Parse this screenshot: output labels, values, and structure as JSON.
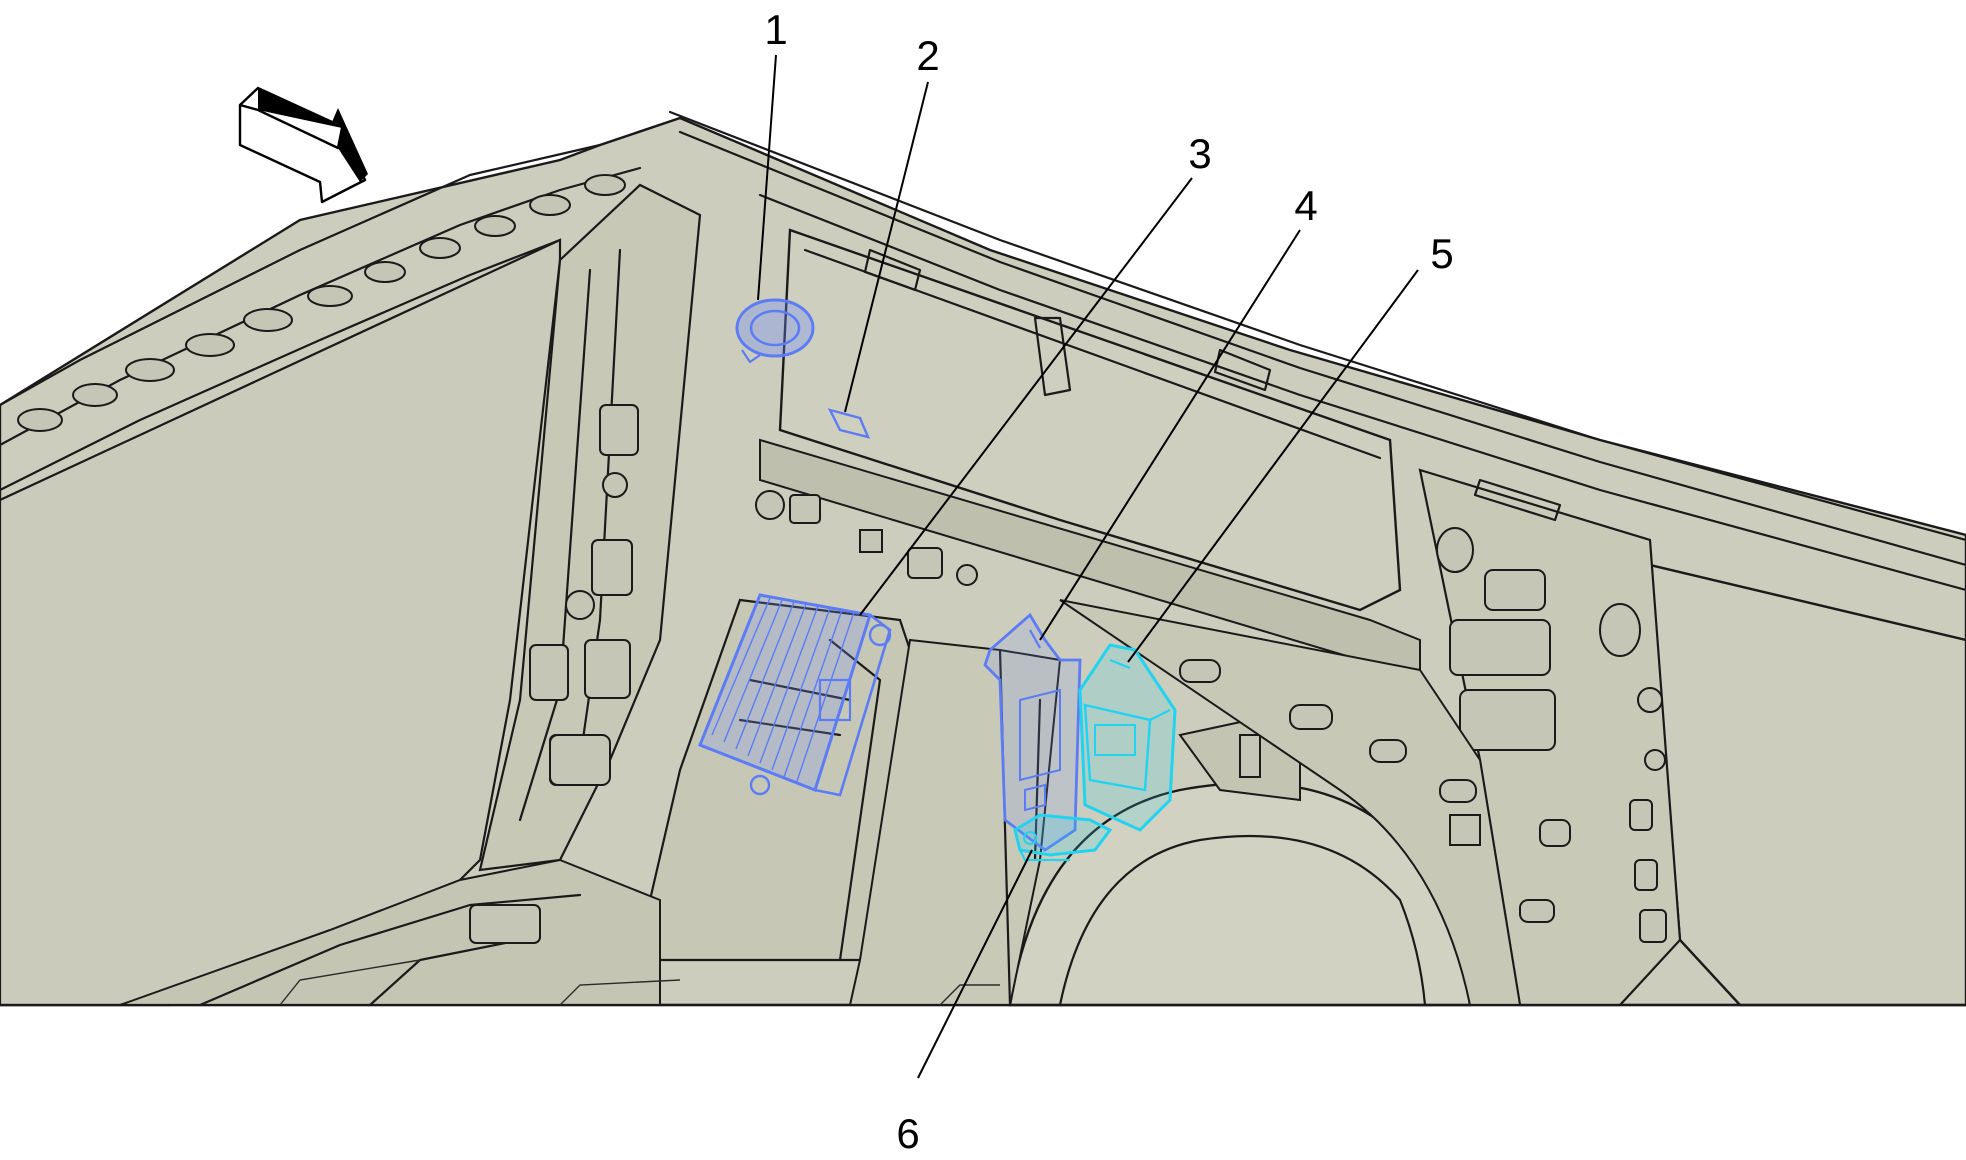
{
  "diagram": {
    "callouts": [
      {
        "label": "1"
      },
      {
        "label": "2"
      },
      {
        "label": "3"
      },
      {
        "label": "4"
      },
      {
        "label": "5"
      },
      {
        "label": "6"
      }
    ],
    "colors": {
      "panel_fill": "#cdcdbd",
      "panel_shadow": "#b9b9a8",
      "line": "#1a1a1a",
      "highlight_blue": "#5b7cf5",
      "highlight_cyan": "#22d3f0",
      "background": "#ffffff"
    },
    "icons": [
      "direction-arrow-icon"
    ]
  }
}
